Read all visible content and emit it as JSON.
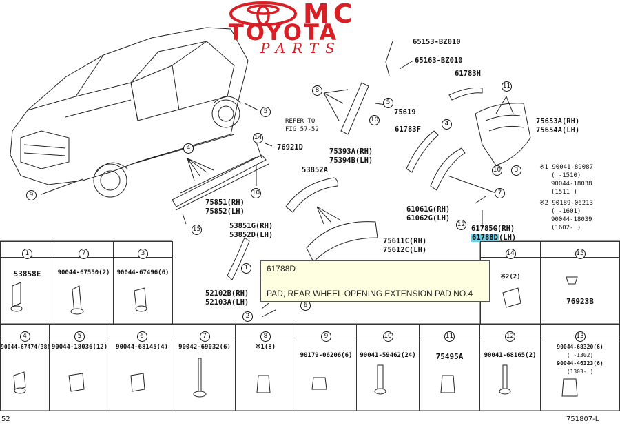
{
  "logo": {
    "mc": "MC",
    "toyota": "TOYOTA",
    "parts": "PARTS"
  },
  "refer": {
    "line1": "REFER TO",
    "line2": "FIG 57-52"
  },
  "labels": {
    "p65153": "65153-BZ010",
    "p65163": "65163-BZ010",
    "p61783h": "61783H",
    "p75619": "75619",
    "p61783f": "61783F",
    "p75653a": "75653A(RH)",
    "p75654a": "75654A(LH)",
    "p76921d": "76921D",
    "p75393a": "75393A(RH)",
    "p75394b": "75394B(LH)",
    "p53852a": "53852A",
    "p75851": "75851(RH)",
    "p75852": "75852(LH)",
    "p61061g": "61061G(RH)",
    "p61062g": "61062G(LH)",
    "p53851g": "53851G(RH)",
    "p53852d": "53852D(LH)",
    "p61785g": "61785G(RH)",
    "p61788d": "61788D",
    "p61788d_lh": "(LH)",
    "p75611c": "75611C(RH)",
    "p75612c": "75612C(LH)",
    "p52102b": "52102B(RH)",
    "p52103a": "52103A(LH)"
  },
  "notes": {
    "n1a": "※1 90041-89087",
    "n1b": "(      -1510)",
    "n1c": "90044-18038",
    "n1d": "(1511      )",
    "n2a": "※2 90189-06213",
    "n2b": "(      -1601)",
    "n2c": "90044-18039",
    "n2d": "(1602-      )"
  },
  "callouts": [
    "9",
    "4",
    "5",
    "15",
    "10",
    "14",
    "8",
    "10",
    "5",
    "10",
    "4",
    "12",
    "11",
    "3",
    "1",
    "2",
    "6",
    "7"
  ],
  "tooltip": {
    "code": "61788D",
    "desc": "PAD, REAR WHEEL OPENING EXTENSION PAD NO.4"
  },
  "table_top": [
    {
      "num": "1",
      "part": "53858E"
    },
    {
      "num": "7",
      "part": "90044-67550(2)"
    },
    {
      "num": "3",
      "part": "90044-67496(6)"
    },
    {
      "num": "14",
      "part": "※2(2)"
    },
    {
      "num": "15",
      "part": "76923B"
    }
  ],
  "table_bottom": [
    {
      "num": "4",
      "part": "90044-67474(38)"
    },
    {
      "num": "5",
      "part": "90044-18036(12)"
    },
    {
      "num": "6",
      "part": "90044-68145(4)"
    },
    {
      "num": "7",
      "part": "90042-69032(6)"
    },
    {
      "num": "8",
      "part": "※1(8)"
    },
    {
      "num": "9",
      "part": "90179-06206(6)"
    },
    {
      "num": "10",
      "part": "90041-59462(24)"
    },
    {
      "num": "11",
      "part": "75495A"
    },
    {
      "num": "12",
      "part": "90041-68165(2)"
    },
    {
      "num": "13",
      "part": "90044-68320(6)"
    }
  ],
  "cell13_extra": {
    "a": "(      -1302)",
    "b": "90044-46323(6)",
    "c": "(1303-      )"
  },
  "footer": {
    "left": "52",
    "right": "751807-L"
  }
}
